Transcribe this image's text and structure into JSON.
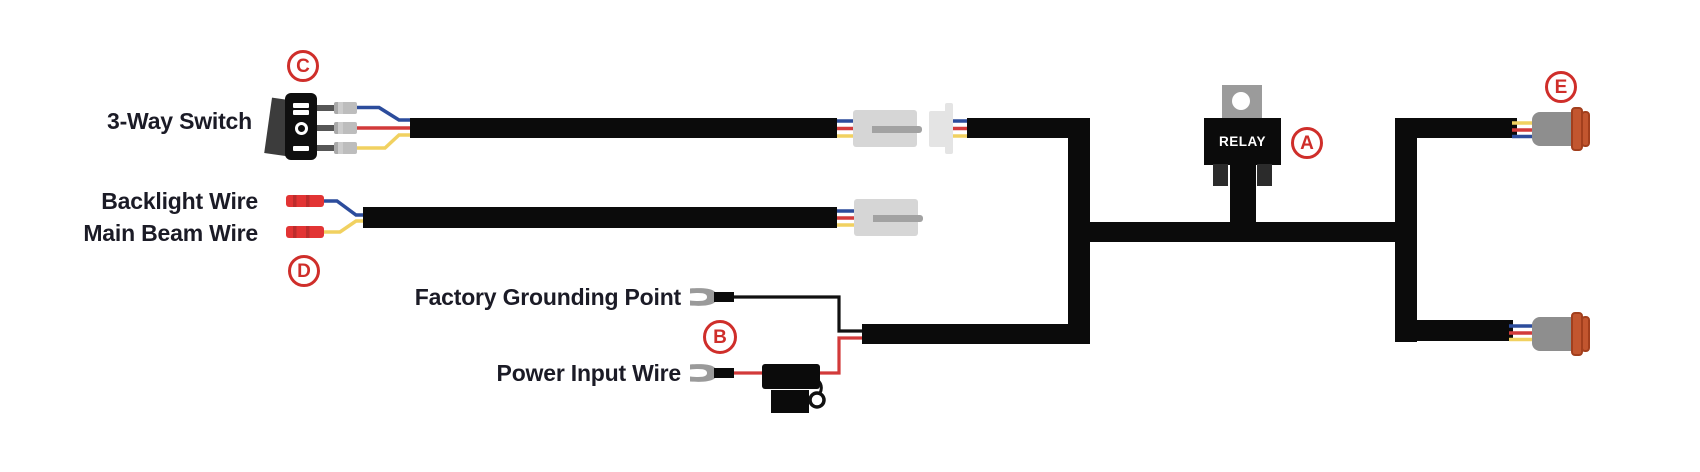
{
  "labels": {
    "switch": "3-Way Switch",
    "backlight": "Backlight Wire",
    "main_beam": "Main Beam Wire",
    "grounding": "Factory Grounding Point",
    "power": "Power Input Wire",
    "relay": "RELAY"
  },
  "callouts": {
    "a": "A",
    "b": "B",
    "c": "C",
    "d": "D",
    "e": "E"
  },
  "components": {
    "switch_wire_colors": [
      "blue",
      "red",
      "yellow"
    ],
    "backlight_wire_color": "blue",
    "main_beam_wire_color": "yellow",
    "grounding_wire_color": "black",
    "power_wire_color": "red",
    "output_connectors": 2
  },
  "colors": {
    "callout_red": "#cf2e2a",
    "text": "#1b1b26",
    "cable_black": "#0b0b0b",
    "wire_blue": "#2c4c9c",
    "wire_red": "#d23a3a",
    "wire_yellow": "#f1d160",
    "butt_connector_red": "#e23434",
    "connector_gray": "#8e8e8e",
    "connector_ring_orange": "#c2562f"
  }
}
